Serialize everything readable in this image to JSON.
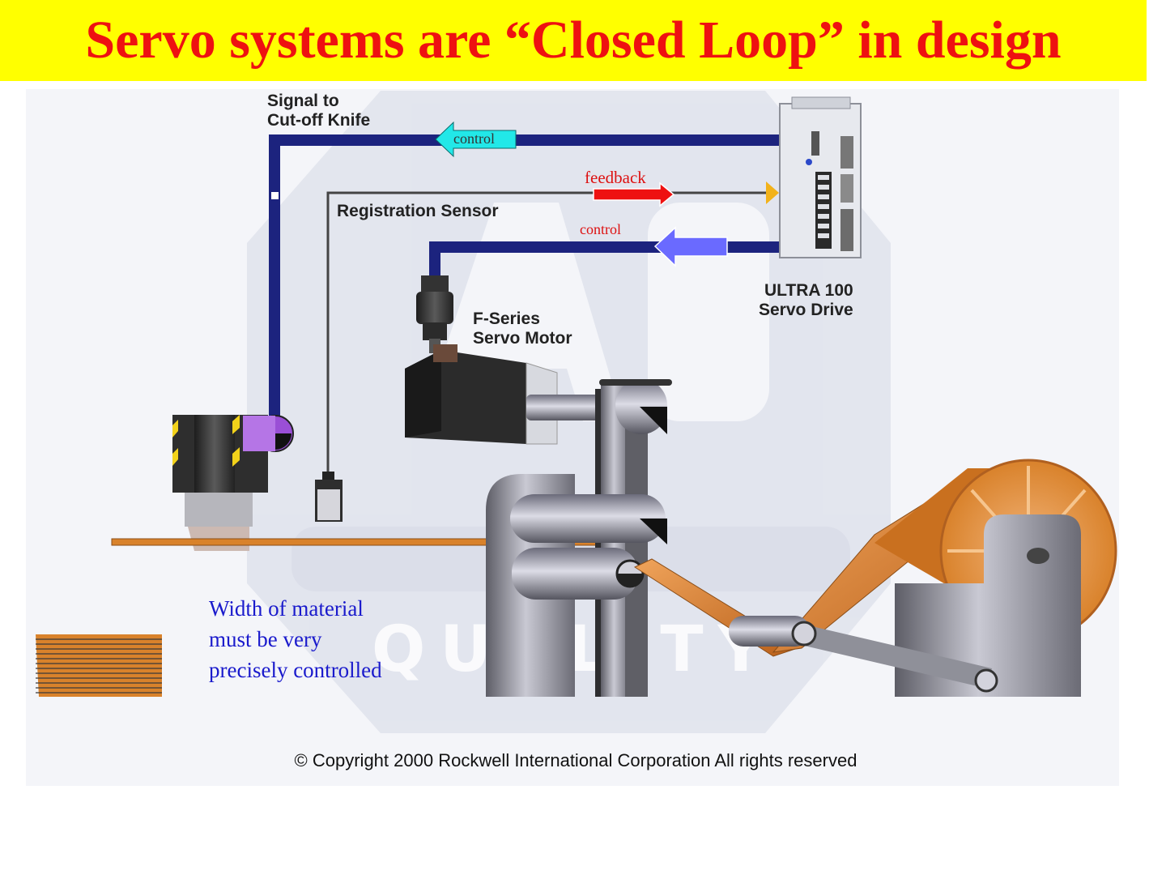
{
  "title": "Servo systems are “Closed Loop” in design",
  "labels": {
    "signal_to": "Signal to",
    "cut_off_knife": "Cut-off Knife",
    "registration_sensor": "Registration Sensor",
    "ultra_100": "ULTRA 100",
    "servo_drive": "Servo Drive",
    "f_series": "F-Series",
    "servo_motor": "Servo Motor"
  },
  "arrows": {
    "knife_control": "control",
    "sensor_feedback": "feedback",
    "motor_control": "control"
  },
  "watermark": "QUALITY",
  "note": {
    "line1": "Width of material",
    "line2": "must be very",
    "line3": "precisely controlled"
  },
  "copyright": "© Copyright 2000 Rockwell International Corporation All rights reserved",
  "colors": {
    "title_bg": "#ffff00",
    "title_text": "#ee1111",
    "cable": "#1c237e",
    "control_knife_arrow": "#22e8e8",
    "feedback_arrow": "#ee1111",
    "control_motor_arrow": "#6a6aff",
    "note_text": "#1a1acc",
    "material": "#d9822b"
  }
}
